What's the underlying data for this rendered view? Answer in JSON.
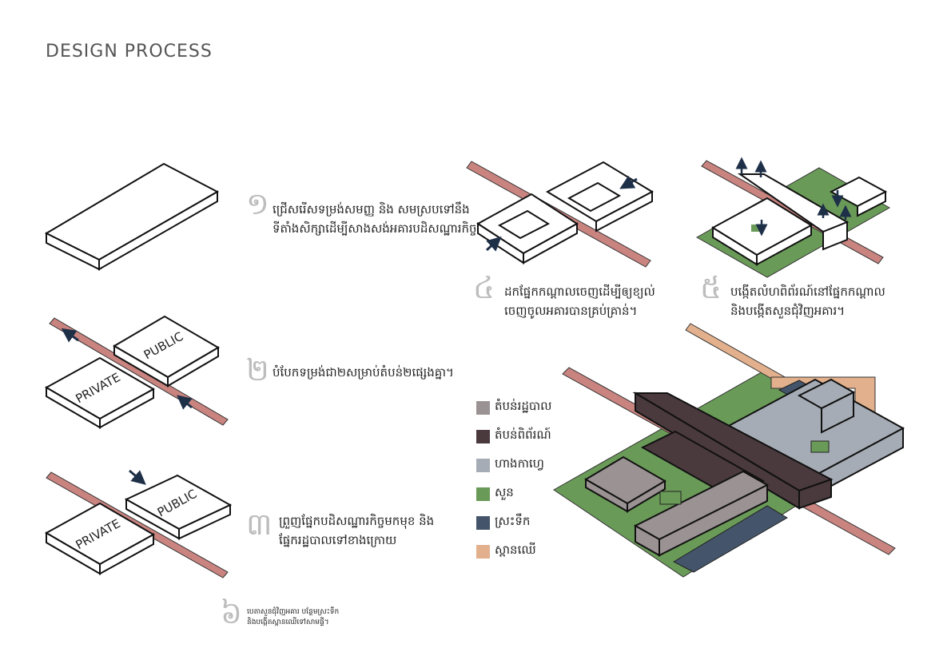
{
  "title": "DESIGN PROCESS",
  "steps": [
    {
      "number": "១",
      "text_line1": "ជ្រើសរើសទម្រង់សមញ្ញ និង សមស្របទៅនឹង",
      "text_line2": "ទីតាំងសិក្សាដើម្បីសាងសង់អគារបដិសណ្ឋារកិច្ច"
    },
    {
      "number": "២",
      "text_line1": "បំបែកទម្រង់ជា២សម្រាប់តំបន់២ផ្សេងគ្នា។"
    },
    {
      "number": "៣",
      "text_line1": "ព្រួញផ្នែកបដិសណ្ឋារកិច្ចមកមុខ និង",
      "text_line2": "ផ្នែករដ្ឋបាលទៅខាងក្រោយ"
    },
    {
      "number": "៤",
      "text_line1": "ដកផ្នែកកណ្ដាលចេញដើម្បីឲ្យខ្យល់",
      "text_line2": "ចេញចូលអគារបានគ្រប់គ្រាន់។"
    },
    {
      "number": "៥",
      "text_line1": "បង្កើតលំហពិព័រណ៍នៅផ្នែកកណ្ដាល",
      "text_line2": "និងបង្កើតសួនជុំវិញអគារ។"
    },
    {
      "number": "៦",
      "text_line1": "បេតាសួនជុំវិញអគារ បន្ថែមស្រះទឹក",
      "text_line2": "និងបង្កើតស្ពានឈើទៅសាមផ្ទី។"
    }
  ],
  "diagram_labels": {
    "private": "PRIVATE",
    "public": "PUBLIC"
  },
  "legend": [
    {
      "label": "តំបន់រដ្ឋបាល",
      "color": "#9b9294"
    },
    {
      "label": "តំបន់ពិព័រណ៍",
      "color": "#4a3a3e"
    },
    {
      "label": "ហាងកាហ្វេ",
      "color": "#a6acb5"
    },
    {
      "label": "សួន",
      "color": "#6a9a58"
    },
    {
      "label": "ស្រះទឹក",
      "color": "#44546a"
    },
    {
      "label": "ស្ពានឈើ",
      "color": "#e2b08c"
    }
  ],
  "colors": {
    "road": "#c98480",
    "garden": "#6a9a58",
    "arrow": "#1e2f48",
    "number": "#bdbdbd"
  }
}
